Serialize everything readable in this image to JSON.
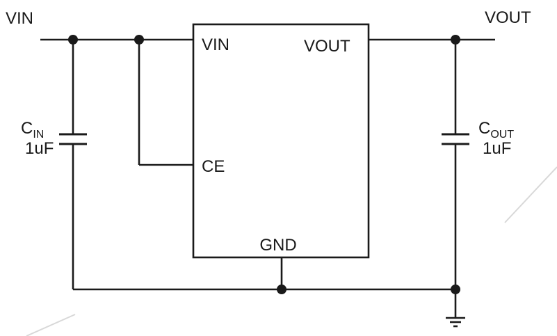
{
  "schematic": {
    "nets": {
      "vin": "VIN",
      "vout": "VOUT"
    },
    "ic": {
      "pins": {
        "vin": "VIN",
        "vout": "VOUT",
        "ce": "CE",
        "gnd": "GND"
      }
    },
    "components": {
      "cin": {
        "ref": "C",
        "ref_sub": "IN",
        "value": "1uF"
      },
      "cout": {
        "ref": "C",
        "ref_sub": "OUT",
        "value": "1uF"
      }
    },
    "colors": {
      "line": "#1a1a1a",
      "background": "#ffffff",
      "watermark": "#d8d8d8"
    }
  }
}
